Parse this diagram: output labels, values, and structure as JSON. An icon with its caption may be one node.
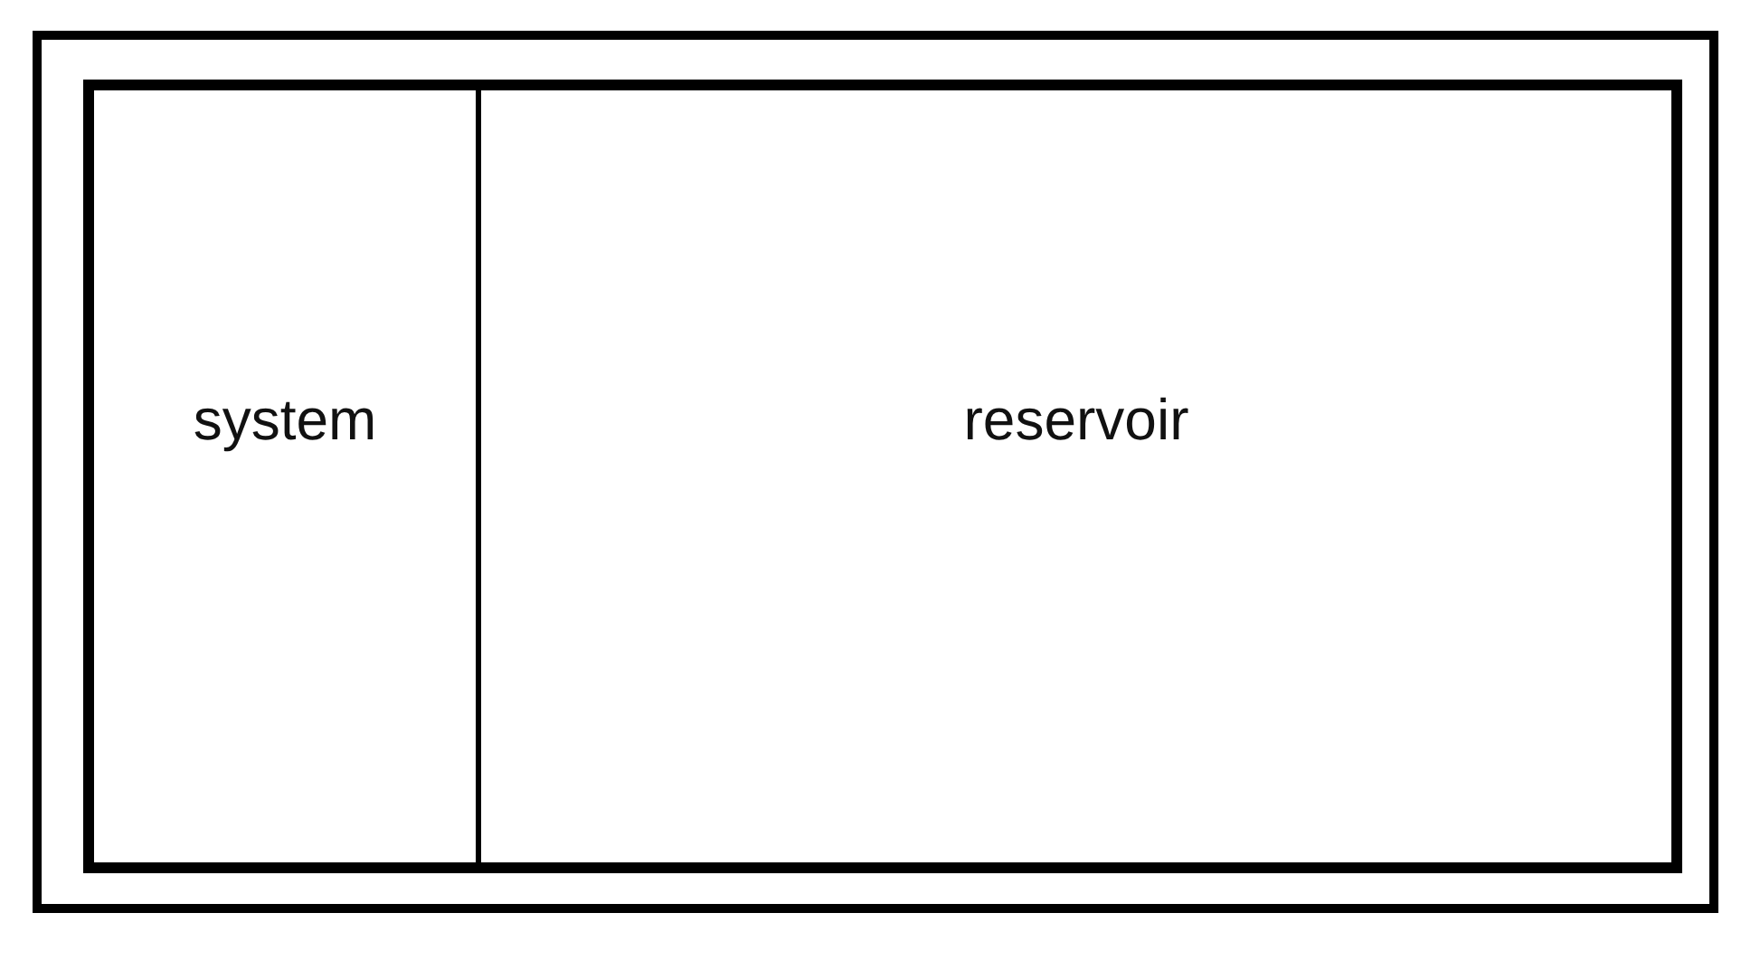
{
  "diagram": {
    "nodes": [
      {
        "text": [],
        "shape": "box"
      },
      {
        "text": [],
        "shape": "box",
        "in": 0
      },
      {
        "text": [
          "system"
        ],
        "in": 1
      },
      {
        "text": [
          "reservoir"
        ],
        "in": 1
      }
    ],
    "edges": []
  }
}
